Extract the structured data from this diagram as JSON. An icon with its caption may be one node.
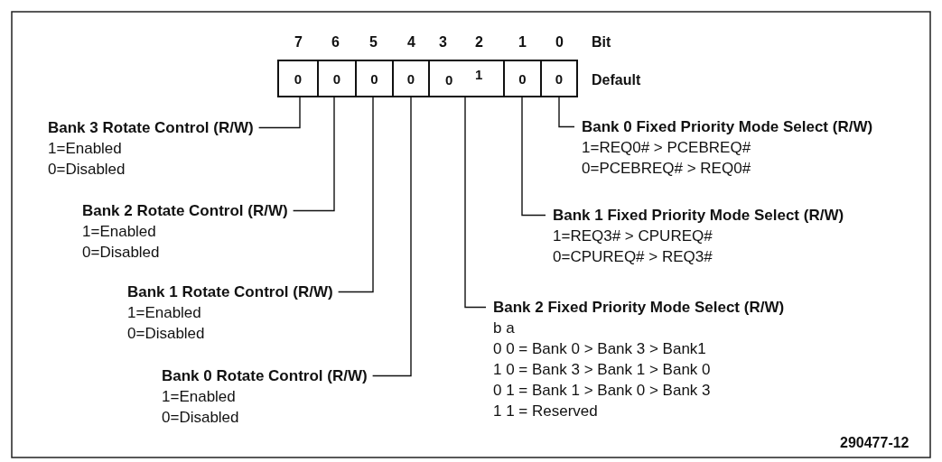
{
  "diagram": {
    "nodes": [
      {
        "text": [
          "0"
        ]
      },
      {
        "text": [
          "0"
        ]
      },
      {
        "text": [
          "0"
        ]
      },
      {
        "text": [
          "0"
        ]
      },
      {
        "text": [
          "0",
          "1"
        ]
      },
      {
        "text": [
          "0"
        ]
      },
      {
        "text": [
          "0"
        ]
      },
      {
        "text": [
          "Bank 3 Rotate Control (R/W)",
          "1=Enabled",
          "0=Disabled"
        ]
      },
      {
        "text": [
          "Bank 2 Rotate Control (R/W)",
          "1=Enabled",
          "0=Disabled"
        ]
      },
      {
        "text": [
          "Bank 1 Rotate Control (R/W)",
          "1=Enabled",
          "0=Disabled"
        ]
      },
      {
        "text": [
          "Bank 0 Rotate Control (R/W)",
          "1=Enabled",
          "0=Disabled"
        ]
      },
      {
        "text": [
          "Bank 0 Fixed Priority Mode Select (R/W)",
          "1=REQ0# > PCEBREQ#",
          "0=PCEBREQ# > REQ0#"
        ]
      },
      {
        "text": [
          "Bank 1 Fixed Priority Mode Select  (R/W)",
          "1=REQ3# > CPUREQ#",
          "0=CPUREQ# > REQ3#"
        ]
      },
      {
        "text": [
          "Bank 2 Fixed Priority Mode Select (R/W)",
          "b a",
          "0 0 = Bank 0 > Bank 3 > Bank1",
          "1 0 = Bank 3 > Bank 1 > Bank 0",
          "0 1 = Bank 1 > Bank 0 > Bank 3",
          "1 1 = Reserved"
        ]
      }
    ],
    "edges": [
      {
        "from": 7,
        "to": 0,
        "arrow": "none"
      },
      {
        "from": 8,
        "to": 1,
        "arrow": "none"
      },
      {
        "from": 9,
        "to": 2,
        "arrow": "none"
      },
      {
        "from": 10,
        "to": 3,
        "arrow": "none"
      },
      {
        "from": 11,
        "to": 6,
        "arrow": "none"
      },
      {
        "from": 12,
        "to": 5,
        "arrow": "none"
      },
      {
        "from": 13,
        "to": 4,
        "arrow": "none"
      }
    ],
    "labels": [
      "7",
      "6",
      "5",
      "4",
      "3",
      "2",
      "1",
      "0",
      "Bit",
      "Default",
      "290477-12"
    ]
  }
}
